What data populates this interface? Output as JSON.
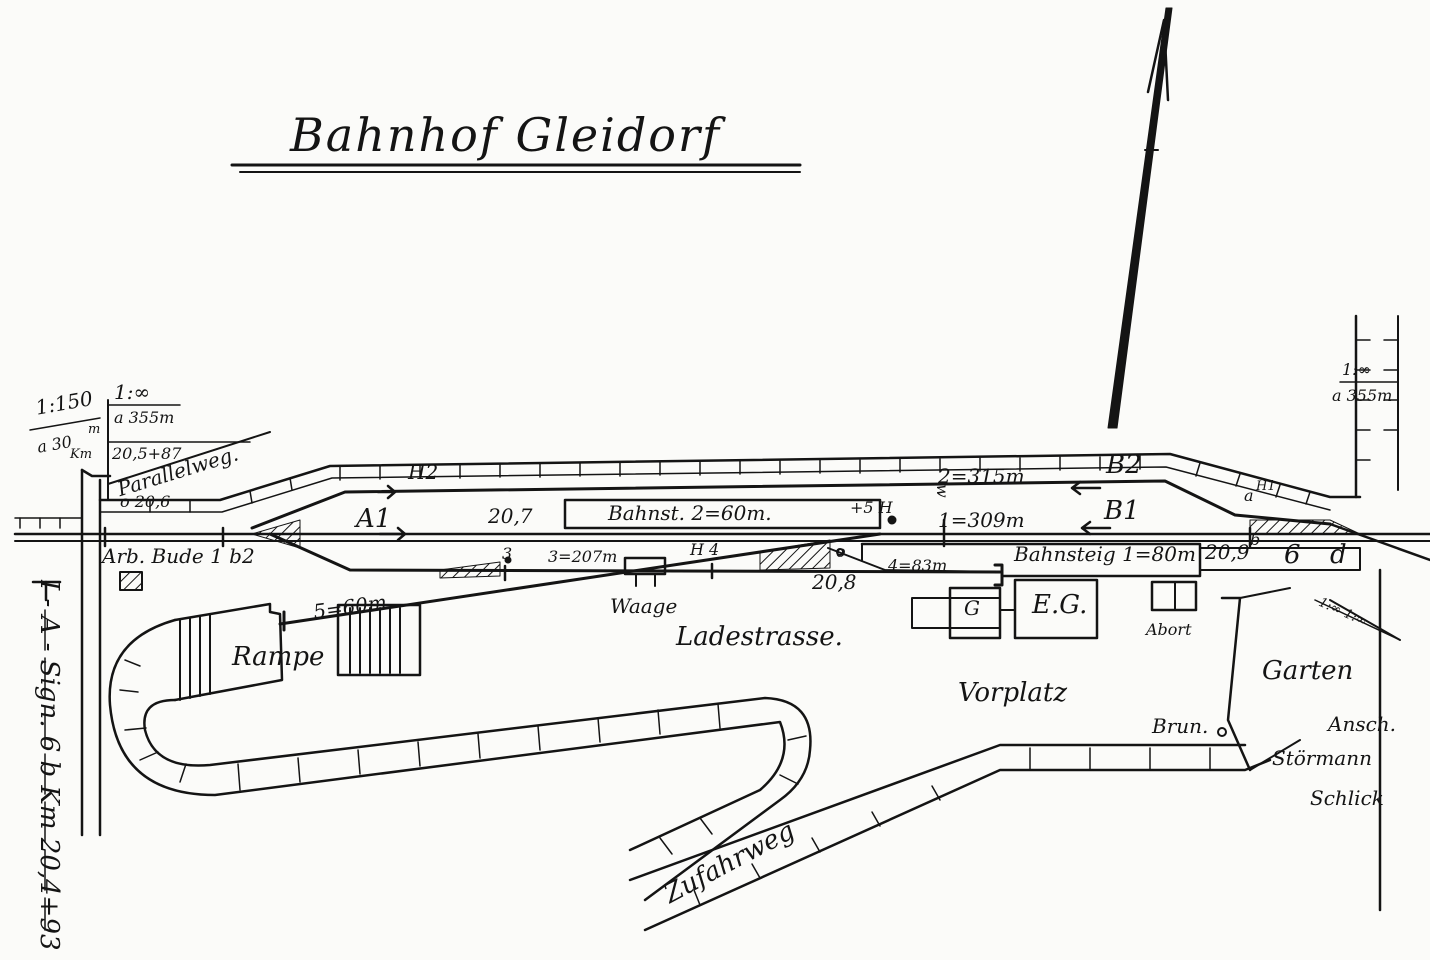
{
  "title": "Bahnhof Gleidorf",
  "scale_labels": {
    "left_scale_a": "1:150",
    "left_scale_b": "1:∞",
    "left_dist": "a 355m",
    "left_km_a": "a 30",
    "left_km_unit": "m",
    "left_km_b": "Km",
    "left_km_value": "20,5+87",
    "right_scale": "1:∞",
    "right_dist": "a 355m",
    "right_slope": "1:∞ 1:∞"
  },
  "roads": {
    "parallelweg": "Parallelweg.",
    "ladestrasse": "Ladestrasse.",
    "zufahrweg": "Zufahrweg",
    "vorplatz": "Vorplatz"
  },
  "tracks": {
    "h2": "H2",
    "a1": "A1",
    "h1": "H1",
    "b2": "B2",
    "b1": "B1",
    "track2": "2=315m",
    "track1": "1=309m",
    "track3": "3=207m",
    "track4": "4=83m",
    "track5": "5=60m",
    "h4": "H 4",
    "h5": "+5 H",
    "switch_3": "3",
    "switch_o": "o",
    "elev_206": "o 20,6",
    "elev_207": "20,7",
    "elev_208": "20,8",
    "elev_209": "20,9",
    "six": "6",
    "d": "d",
    "a": "a",
    "b": "b",
    "w": "w",
    "arb_bude": "Arb. Bude 1 b2"
  },
  "buildings": {
    "bahnsteig2": "Bahnst. 2=60m.",
    "bahnsteig1": "Bahnsteig 1=80m",
    "waage": "Waage",
    "g": "G",
    "eg": "E.G.",
    "abort": "Abort",
    "rampe": "Rampe",
    "brunnen": "Brun.",
    "garten": "Garten"
  },
  "owners": {
    "line1": "Ansch.",
    "line2": "Störmann",
    "line3": "Schlick"
  },
  "signal_note": "I - A - Sign. 6 b Km 20,4+93"
}
